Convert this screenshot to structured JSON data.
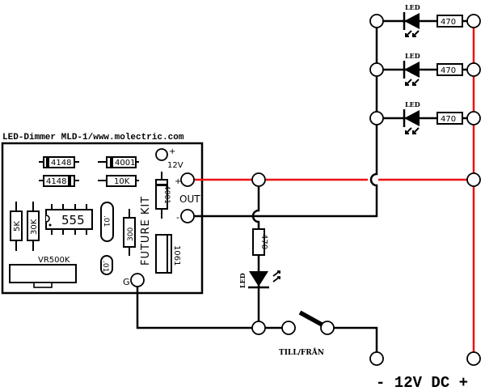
{
  "title": "LED-Dimmer MLD-1/www.molectric.com",
  "colors": {
    "positive_wire": "#ee1111",
    "wire": "#000000",
    "background": "#ffffff"
  },
  "board": {
    "brand": "FUTURE KIT",
    "components": {
      "diode_1": "4148",
      "diode_2": "4148",
      "diode_3": "4001",
      "resistor_10k": "10K",
      "diode_vertical": "4001",
      "resistor_5k": "5K",
      "resistor_30k": "30K",
      "ic": "555",
      "cap_1": ".01",
      "cap_2": ".01",
      "resistor_300": "300",
      "transistor": "1061",
      "pot": "VR500K"
    },
    "terminals": {
      "supply_plus": "+",
      "supply_label": "12V",
      "out_plus": "+",
      "out_label": "OUT",
      "out_minus": "-",
      "ground": "G"
    }
  },
  "led_branches": [
    {
      "led_label": "LED",
      "resistor": "470"
    },
    {
      "led_label": "LED",
      "resistor": "470"
    },
    {
      "led_label": "LED",
      "resistor": "470"
    }
  ],
  "indicator": {
    "resistor": "470",
    "led_label": "LED"
  },
  "switch_label": "TILL/FRÅN",
  "power_label": "- 12V DC +"
}
